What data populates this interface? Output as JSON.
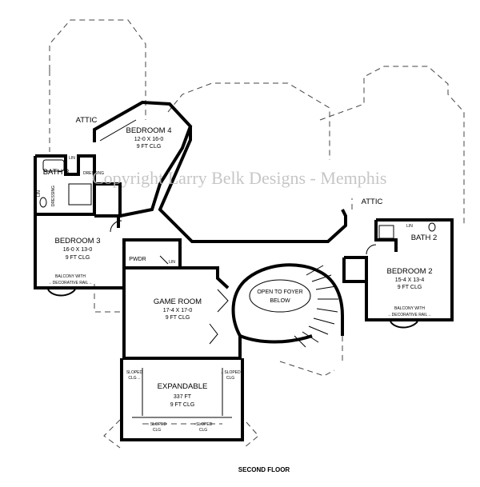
{
  "rooms": {
    "attic_left": {
      "name": "ATTIC"
    },
    "bedroom4": {
      "name": "BEDROOM 4",
      "size": "12-0 X 16-0",
      "ceiling": "9 FT CLG"
    },
    "bath3": {
      "name": "BATH 3"
    },
    "dressing_upper": {
      "name": "DRESSING"
    },
    "dressing_lower": {
      "name": "DRESSING"
    },
    "lin_upper": {
      "name": "LIN"
    },
    "lin_left": {
      "name": "LIN"
    },
    "bedroom3": {
      "name": "BEDROOM 3",
      "size": "16-0 X 13-0",
      "ceiling": "9 FT CLG"
    },
    "balcony3": {
      "line1": "BALCONY WITH",
      "line2": "←DECORATIVE RAIL→"
    },
    "pwdr": {
      "name": "PWDR"
    },
    "lin_pwdr": {
      "name": "LIN"
    },
    "game_room": {
      "name": "GAME ROOM",
      "size": "17-4 X 17-0",
      "ceiling": "9 FT CLG"
    },
    "expandable": {
      "name": "EXPANDABLE",
      "size": "337 FT",
      "ceiling": "9 FT CLG"
    },
    "sloped_left": {
      "line1": "SLOPED",
      "line2": "CLG→"
    },
    "sloped_right": {
      "line1": "←SLOPED",
      "line2": "CLG"
    },
    "sloped_bottom_left": {
      "line1": "↑ SLOPED",
      "line2": "CLG"
    },
    "sloped_bottom_right": {
      "line1": "↑SLOPED",
      "line2": "CLG"
    },
    "foyer": {
      "line1": "OPEN TO FOYER",
      "line2": "BELOW"
    },
    "attic_right": {
      "name": "ATTIC"
    },
    "bath2": {
      "name": "BATH 2"
    },
    "lin_bath2": {
      "name": "LIN"
    },
    "bedroom2": {
      "name": "BEDROOM 2",
      "size": "15-4 X 13-4",
      "ceiling": "9 FT CLG"
    },
    "balcony2": {
      "line1": "BALCONY WITH",
      "line2": "←DECORATIVE RAIL→"
    }
  },
  "watermark": "Copyright Larry Belk Designs - Memphis",
  "caption": "SECOND FLOOR"
}
